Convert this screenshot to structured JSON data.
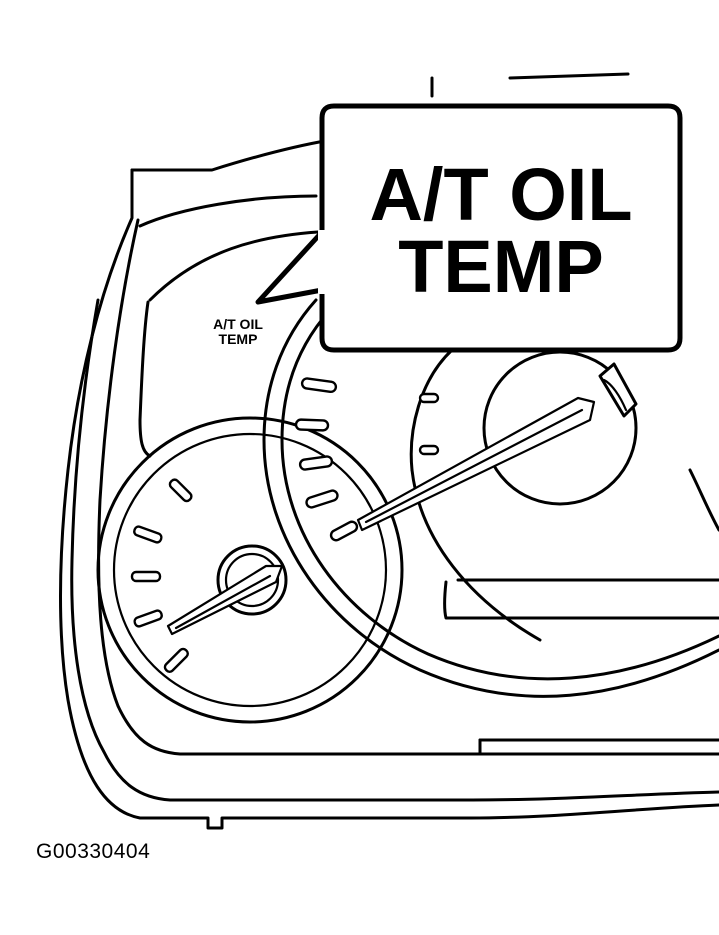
{
  "callout": {
    "line1": "A/T OIL",
    "line2": "TEMP"
  },
  "gauge_label": {
    "line1": "A/T OIL",
    "line2": "TEMP"
  },
  "figure_id": "G00330404",
  "colors": {
    "line": "#000000",
    "background": "#ffffff"
  }
}
